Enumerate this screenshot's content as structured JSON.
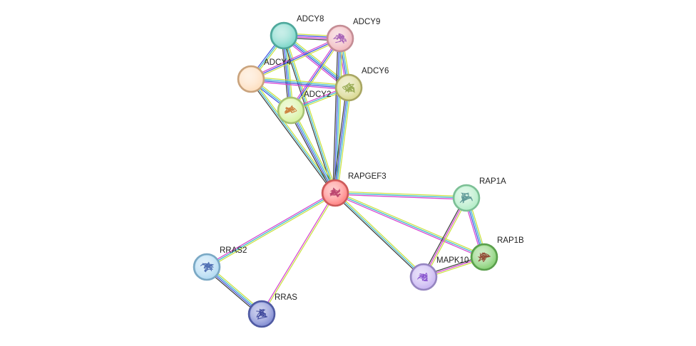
{
  "network": {
    "center": "RAPGEF3",
    "nodes": [
      {
        "id": "ADCY8",
        "color": "#84d9cc",
        "border": "#4fa79b",
        "art": false
      },
      {
        "id": "ADCY9",
        "color": "#f1bcc2",
        "border": "#c48d95",
        "art": true,
        "art_color": "#9a4fb0"
      },
      {
        "id": "ADCY4",
        "color": "#fde0c2",
        "border": "#c9a37d",
        "art": false
      },
      {
        "id": "ADCY6",
        "color": "#dcdb98",
        "border": "#a8a663",
        "art": true,
        "art_color": "#8aa040"
      },
      {
        "id": "ADCY2",
        "color": "#d9f3a6",
        "border": "#a7c173",
        "art": true,
        "art_color": "#c87028"
      },
      {
        "id": "RAPGEF3",
        "color": "#ff8a8a",
        "border": "#cc5a5a",
        "art": true,
        "art_color": "#b03060"
      },
      {
        "id": "RAP1A",
        "color": "#b8eecb",
        "border": "#7cbf95",
        "art": true,
        "art_color": "#4a8a8a"
      },
      {
        "id": "RAP1B",
        "color": "#8ed37d",
        "border": "#5a9f4c",
        "art": true,
        "art_color": "#8a3020"
      },
      {
        "id": "MAPK10",
        "color": "#cbb9f2",
        "border": "#9585c0",
        "art": true,
        "art_color": "#7a40c8"
      },
      {
        "id": "RRAS2",
        "color": "#b6dcf3",
        "border": "#7aa8c4",
        "art": true,
        "art_color": "#3a5aa8"
      },
      {
        "id": "RRAS",
        "color": "#8a94d6",
        "border": "#4f5aa2",
        "art": true,
        "art_color": "#2a3590"
      }
    ],
    "edges": [
      {
        "source": "ADCY8",
        "target": "ADCY9",
        "colors": [
          "#c8e03c",
          "#3d4fe0",
          "#d43fd0",
          "#3a3a3a"
        ]
      },
      {
        "source": "ADCY8",
        "target": "ADCY4",
        "colors": [
          "#c8e03c",
          "#38b8c8",
          "#3d4fe0"
        ]
      },
      {
        "source": "ADCY8",
        "target": "ADCY6",
        "colors": [
          "#c8e03c",
          "#38b8c8",
          "#3d4fe0",
          "#d43fd0"
        ]
      },
      {
        "source": "ADCY8",
        "target": "ADCY2",
        "colors": [
          "#c8e03c",
          "#38b8c8",
          "#3d4fe0",
          "#3a3a3a"
        ]
      },
      {
        "source": "ADCY8",
        "target": "RAPGEF3",
        "colors": [
          "#c8e03c",
          "#38b8c8",
          "#3a3a3a"
        ]
      },
      {
        "source": "ADCY9",
        "target": "ADCY4",
        "colors": [
          "#c8e03c",
          "#3d4fe0",
          "#d43fd0"
        ]
      },
      {
        "source": "ADCY9",
        "target": "ADCY6",
        "colors": [
          "#c8e03c",
          "#38b8c8",
          "#3d4fe0",
          "#d43fd0"
        ]
      },
      {
        "source": "ADCY9",
        "target": "ADCY2",
        "colors": [
          "#c8e03c",
          "#3d4fe0",
          "#d43fd0"
        ]
      },
      {
        "source": "ADCY9",
        "target": "RAPGEF3",
        "colors": [
          "#c8e03c",
          "#38b8c8",
          "#3d4fe0",
          "#3a3a3a"
        ]
      },
      {
        "source": "ADCY4",
        "target": "ADCY6",
        "colors": [
          "#c8e03c",
          "#38b8c8",
          "#3d4fe0",
          "#d43fd0"
        ]
      },
      {
        "source": "ADCY4",
        "target": "ADCY2",
        "colors": [
          "#c8e03c",
          "#38b8c8",
          "#3d4fe0"
        ]
      },
      {
        "source": "ADCY4",
        "target": "RAPGEF3",
        "colors": [
          "#c8e03c",
          "#38b8c8",
          "#3a3a3a"
        ]
      },
      {
        "source": "ADCY6",
        "target": "ADCY2",
        "colors": [
          "#c8e03c",
          "#38b8c8",
          "#d43fd0"
        ]
      },
      {
        "source": "ADCY6",
        "target": "RAPGEF3",
        "colors": [
          "#c8e03c",
          "#38b8c8",
          "#3d4fe0",
          "#3a3a3a"
        ]
      },
      {
        "source": "ADCY2",
        "target": "RAPGEF3",
        "colors": [
          "#c8e03c",
          "#38b8c8",
          "#3d4fe0",
          "#3a3a3a"
        ]
      },
      {
        "source": "RAPGEF3",
        "target": "RAP1A",
        "colors": [
          "#c8e03c",
          "#38b8c8",
          "#d43fd0"
        ]
      },
      {
        "source": "RAPGEF3",
        "target": "RAP1B",
        "colors": [
          "#c8e03c",
          "#38b8c8",
          "#d43fd0"
        ]
      },
      {
        "source": "RAPGEF3",
        "target": "MAPK10",
        "colors": [
          "#c8e03c",
          "#38b8c8",
          "#3a3a3a"
        ]
      },
      {
        "source": "RAPGEF3",
        "target": "RRAS2",
        "colors": [
          "#c8e03c",
          "#38b8c8",
          "#d43fd0"
        ]
      },
      {
        "source": "RAPGEF3",
        "target": "RRAS",
        "colors": [
          "#c8e03c",
          "#d43fd0"
        ]
      },
      {
        "source": "RAP1A",
        "target": "RAP1B",
        "colors": [
          "#c8e03c",
          "#38b8c8",
          "#3d4fe0",
          "#d43fd0"
        ]
      },
      {
        "source": "RAP1A",
        "target": "MAPK10",
        "colors": [
          "#c8e03c",
          "#d43fd0",
          "#3a3a3a"
        ]
      },
      {
        "source": "RAP1B",
        "target": "MAPK10",
        "colors": [
          "#c8e03c",
          "#d43fd0",
          "#3a3a3a"
        ]
      },
      {
        "source": "RRAS2",
        "target": "RRAS",
        "colors": [
          "#c8e03c",
          "#38b8c8",
          "#3d4fe0",
          "#3a3a3a"
        ]
      }
    ]
  }
}
